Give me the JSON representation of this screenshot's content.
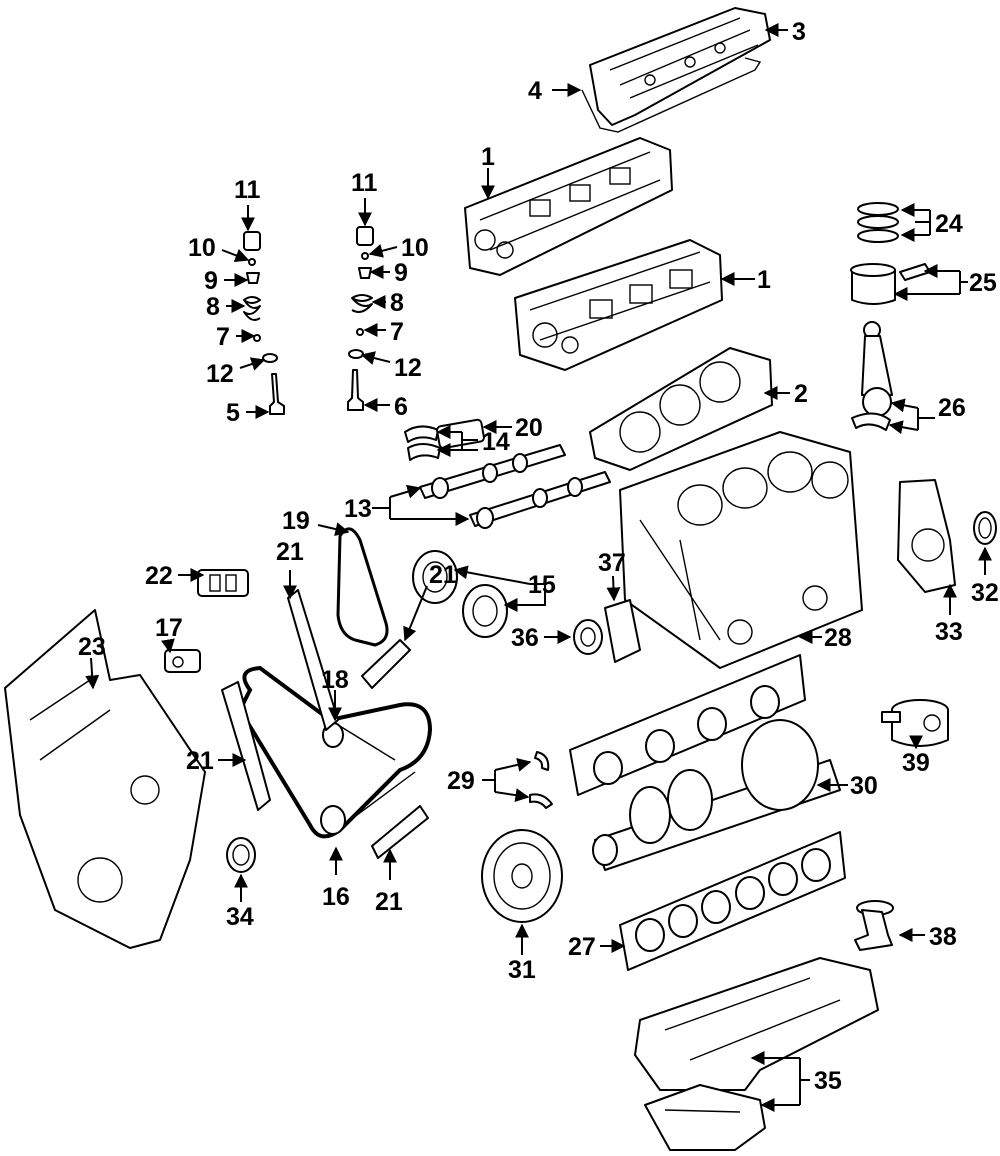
{
  "callouts": {
    "c1a": "1",
    "c1b": "1",
    "c2": "2",
    "c3": "3",
    "c4": "4",
    "c5": "5",
    "c6": "6",
    "c7a": "7",
    "c7b": "7",
    "c8a": "8",
    "c8b": "8",
    "c9a": "9",
    "c9b": "9",
    "c10a": "10",
    "c10b": "10",
    "c11a": "11",
    "c11b": "11",
    "c12a": "12",
    "c12b": "12",
    "c13": "13",
    "c14": "14",
    "c15": "15",
    "c16": "16",
    "c17": "17",
    "c18": "18",
    "c19": "19",
    "c20": "20",
    "c21a": "21",
    "c21b": "21",
    "c21c": "21",
    "c21d": "21",
    "c22": "22",
    "c23": "23",
    "c24": "24",
    "c25": "25",
    "c26": "26",
    "c27": "27",
    "c28": "28",
    "c29": "29",
    "c30": "30",
    "c31": "31",
    "c32": "32",
    "c33": "33",
    "c34": "34",
    "c35": "35",
    "c36": "36",
    "c37": "37",
    "c38": "38",
    "c39": "39"
  }
}
